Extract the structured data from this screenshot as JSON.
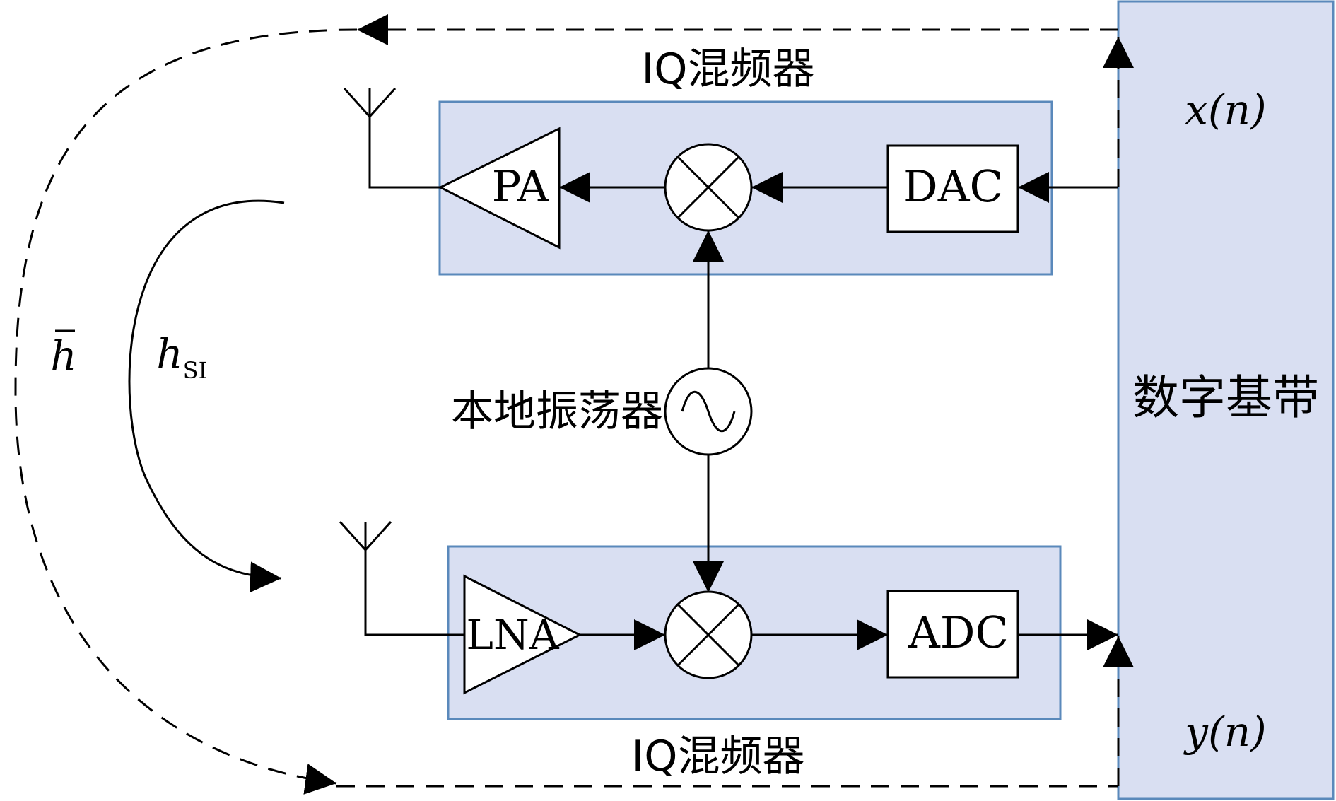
{
  "diagram": {
    "tx_mixer_title": "IQ混频器",
    "rx_mixer_title": "IQ混频器",
    "baseband_label": "数字基带",
    "local_oscillator_label": "本地振荡器",
    "pa_label": "PA",
    "dac_label": "DAC",
    "lna_label": "LNA",
    "adc_label": "ADC",
    "tx_signal_label": "x(n)",
    "rx_signal_label": "y(n)",
    "channel_label": "h",
    "si_channel_label": "h",
    "si_channel_subscript": "SI"
  },
  "colors": {
    "mixer_box_fill": "#d9dff2",
    "mixer_box_border": "#5a89bb",
    "baseband_fill": "#d9dff2",
    "baseband_border": "#5a89bb",
    "stroke": "#000000"
  }
}
